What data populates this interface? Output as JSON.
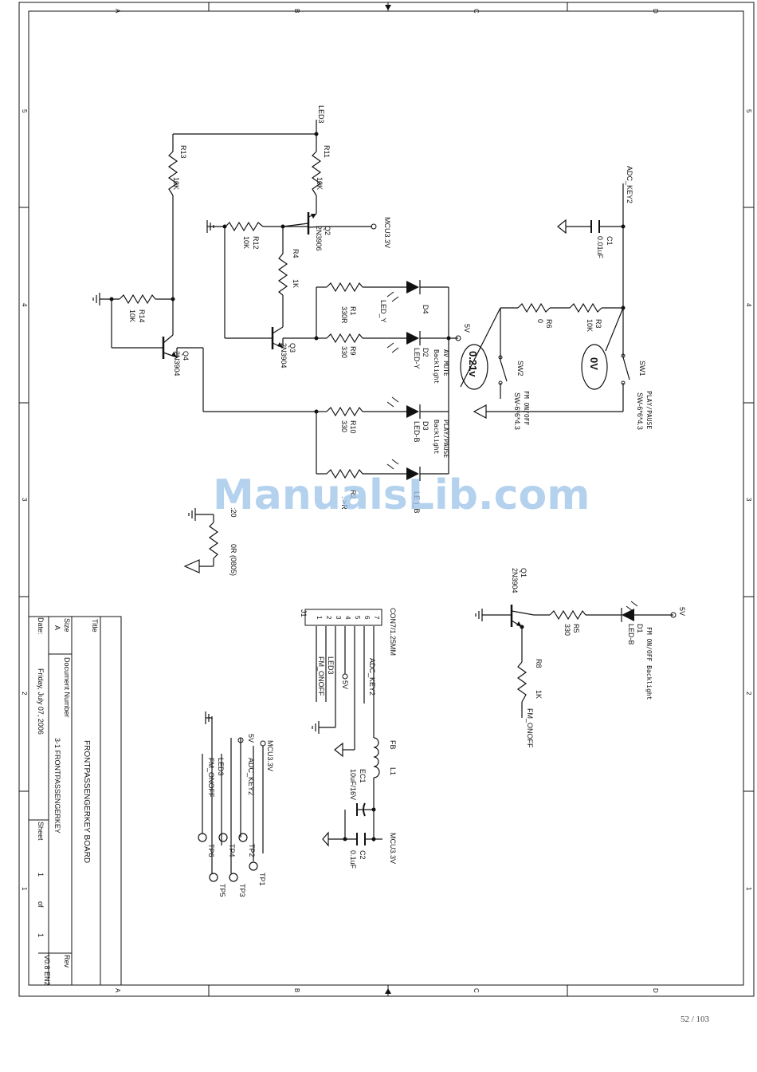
{
  "page": {
    "number": "52 / 103"
  },
  "watermark": "ManualsLib.com",
  "frame": {
    "col_letters": [
      "A",
      "B",
      "C",
      "D"
    ],
    "row_numbers": [
      "5",
      "4",
      "3",
      "2",
      "1"
    ]
  },
  "title_block": {
    "title_label": "Title",
    "title": "FRONTPASSENGERKEY BOARD",
    "size_label": "Size",
    "size": "A",
    "docnum_label": "Document Number",
    "docnum": "3-1 FRONTPASSENGERKEY",
    "rev_label": "Rev",
    "rev": "V0.8 EN2",
    "date_label": "Date:",
    "date": "Friday, July 07, 2006",
    "sheet_label": "Sheet",
    "sheet": "1",
    "of_label": "of",
    "of": "1"
  },
  "nets": {
    "led3": "LED3",
    "adc_key2": "ADC_KEY2",
    "mcu33": "MCU3.3V",
    "v5": "5V",
    "fm_onoff": "FM_ONOFF"
  },
  "components": {
    "r13": {
      "ref": "R13",
      "value": "10K"
    },
    "r11": {
      "ref": "R11",
      "value": "10K"
    },
    "q2": {
      "ref": "Q2",
      "value": "2N3906"
    },
    "r12": {
      "ref": "R12",
      "value": "10K"
    },
    "r4": {
      "ref": "R4",
      "value": "1K"
    },
    "r14": {
      "ref": "R14",
      "value": "10K"
    },
    "q4": {
      "ref": "Q4",
      "value": "2N3904"
    },
    "q3": {
      "ref": "Q3",
      "value": "2N3904"
    },
    "r1": {
      "ref": "R1",
      "value": "330R"
    },
    "r9": {
      "ref": "R9",
      "value": "330"
    },
    "r10": {
      "ref": "R10",
      "value": "330"
    },
    "r2": {
      "ref": "R2",
      "value": ". >R"
    },
    "r20": {
      "ref": ":20",
      "value": "0R (0805)"
    },
    "d4": {
      "ref": "D4",
      "value": "LED_Y"
    },
    "d2": {
      "ref": "D2",
      "value": "LED-Y"
    },
    "d3": {
      "ref": "D3",
      "value": "LED-B"
    },
    "d5": {
      "ref": "D5",
      "value": "LE )_B"
    },
    "c1": {
      "ref": "C1",
      "value": "0.01uF"
    },
    "r6": {
      "ref": "R6",
      "value": "0"
    },
    "r3": {
      "ref": "R3",
      "value": "10K"
    },
    "sw1": {
      "ref": "SW1",
      "value": "SW-6*6*4.3"
    },
    "sw2": {
      "ref": "SW2",
      "value": "SW-6*6*4.3"
    },
    "q1": {
      "ref": "Q1",
      "value": "2N3904"
    },
    "r5": {
      "ref": "R5",
      "value": "330"
    },
    "d1": {
      "ref": "D1",
      "value": "LED-B"
    },
    "r8": {
      "ref": "R8",
      "value": "1K"
    },
    "j1": {
      "ref": "J1",
      "value": "CON7/1.25MM",
      "pins": [
        "1",
        "2",
        "3",
        "4",
        "5",
        "6",
        "7"
      ]
    },
    "l1": {
      "ref": "L1",
      "value": "FB"
    },
    "ec1": {
      "ref": "EC1",
      "value": "10uF/16V"
    },
    "c2": {
      "ref": "C2",
      "value": "0.1uF"
    },
    "tp": [
      "TP1",
      "TP2",
      "TP3",
      "TP4",
      "TP5",
      "TP6"
    ]
  },
  "notes": {
    "av_mute": "AV MUTE",
    "backlight": "Backlight",
    "play_pause": "PLAY/PAUSE",
    "fm_onoff": "FM ON/OFF",
    "fm_onoff_backlight": "FM ON/OFF Backlight"
  },
  "annotations": {
    "v0": "0V",
    "v021": "0.21v"
  }
}
